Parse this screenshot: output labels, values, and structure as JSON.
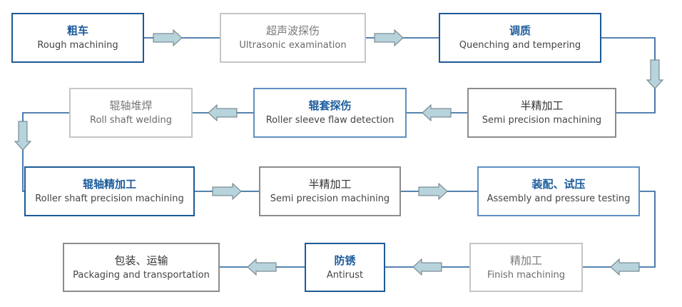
{
  "steps": [
    {
      "zh": "粗车",
      "en": "Rough machining"
    },
    {
      "zh": "超声波探伤",
      "en": "Ultrasonic examination"
    },
    {
      "zh": "调质",
      "en": "Quenching and tempering"
    },
    {
      "zh": "半精加工",
      "en": "Semi precision machining"
    },
    {
      "zh": "辊套探伤",
      "en": "Roller sleeve flaw detection"
    },
    {
      "zh": "辊轴堆焊",
      "en": "Roll shaft welding"
    },
    {
      "zh": "辊轴精加工",
      "en": "Roller shaft precision machining"
    },
    {
      "zh": "半精加工",
      "en": "Semi precision machining"
    },
    {
      "zh": "装配、试压",
      "en": "Assembly and pressure testing"
    },
    {
      "zh": "精加工",
      "en": "Finish machining"
    },
    {
      "zh": "防锈",
      "en": "Antirust"
    },
    {
      "zh": "包装、运输",
      "en": "Packaging and transportation"
    }
  ],
  "colors": {
    "connector_line": "#1d5a96",
    "arrow_fill": "#b7d3dc",
    "arrow_stroke": "#6a7a80",
    "box_border_blue": "#1d5a96",
    "box_border_gray": "#8c8c8c",
    "box_border_light": "#c6c6c6",
    "title_blue": "#1c5c9c"
  }
}
